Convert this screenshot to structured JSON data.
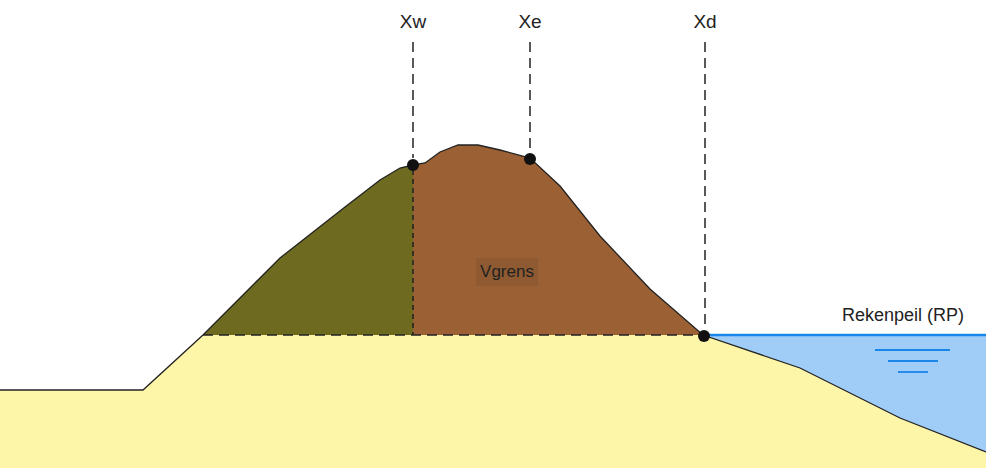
{
  "diagram": {
    "labels": [
      "Xw",
      "Xe",
      "Xd",
      "Vgrens",
      "Rekenpeil (RP)"
    ]
  }
}
